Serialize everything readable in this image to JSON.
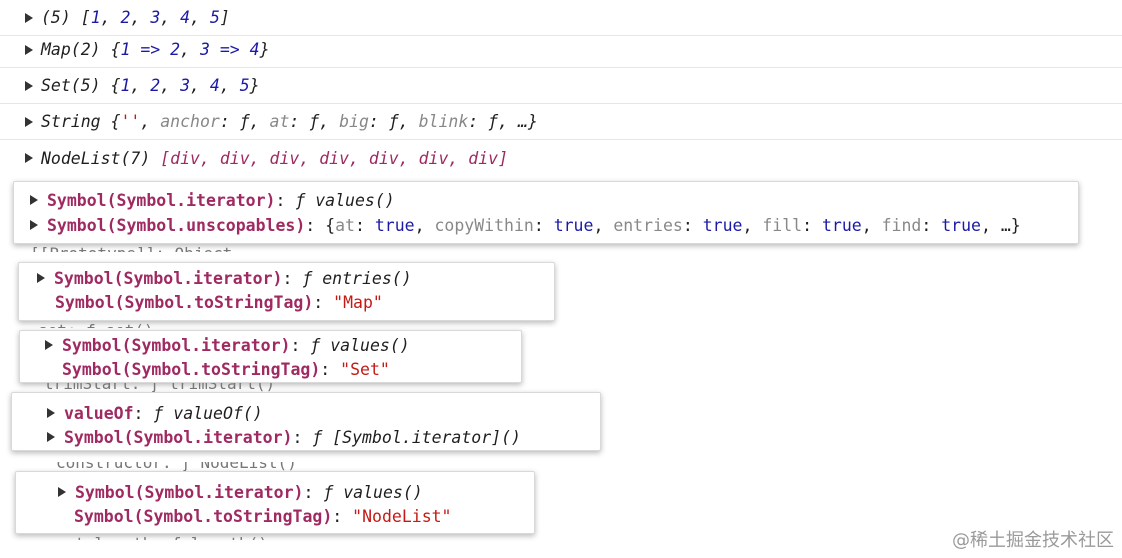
{
  "rows": [
    {
      "prefix": "(5) ",
      "open": "[",
      "items": [
        "1",
        "2",
        "3",
        "4",
        "5"
      ],
      "close": "]"
    },
    {
      "prefix": "Map(2) ",
      "open": "{",
      "items": [
        "1 => 2",
        "3 => 4"
      ],
      "close": "}"
    },
    {
      "prefix": "Set(5) ",
      "open": "{",
      "items": [
        "1",
        "2",
        "3",
        "4",
        "5"
      ],
      "close": "}"
    },
    {
      "prefix": "String ",
      "open": "{",
      "first": "''",
      "props": [
        "anchor",
        "at",
        "big",
        "blink"
      ],
      "fsym": "ƒ",
      "tail": "…",
      "close": "}"
    },
    {
      "prefix": "NodeList(7) ",
      "open": "[",
      "items": [
        "div",
        "div",
        "div",
        "div",
        "div",
        "div",
        "div"
      ],
      "close": "]"
    }
  ],
  "cards": {
    "array": {
      "ghost_bottom": "[[Prototype]]: Object",
      "line1": {
        "key": "Symbol(Symbol.iterator)",
        "fn": "ƒ values()"
      },
      "line2": {
        "key": "Symbol(Symbol.unscopables)",
        "pairs": [
          {
            "k": "at",
            "v": "true"
          },
          {
            "k": "copyWithin",
            "v": "true"
          },
          {
            "k": "entries",
            "v": "true"
          },
          {
            "k": "fill",
            "v": "true"
          },
          {
            "k": "find",
            "v": "true"
          }
        ],
        "tail": "…"
      }
    },
    "map": {
      "line1": {
        "key": "Symbol(Symbol.iterator)",
        "fn": "ƒ entries()"
      },
      "line2": {
        "key": "Symbol(Symbol.toStringTag)",
        "str": "\"Map\""
      },
      "ghost_bottom": "set: ƒ set()"
    },
    "set": {
      "line1": {
        "key": "Symbol(Symbol.iterator)",
        "fn": "ƒ values()"
      },
      "line2": {
        "key": "Symbol(Symbol.toStringTag)",
        "str": "\"Set\""
      }
    },
    "string": {
      "ghost_top": "trimStart: ƒ trimStart()",
      "line1": {
        "key": "valueOf",
        "fn": "ƒ valueOf()"
      },
      "line2": {
        "key": "Symbol(Symbol.iterator)",
        "fn": "ƒ [Symbol.iterator]()"
      }
    },
    "nodelist": {
      "ghost_top": "constructor: ƒ NodeList()",
      "line1": {
        "key": "Symbol(Symbol.iterator)",
        "fn": "ƒ values()"
      },
      "line2": {
        "key": "Symbol(Symbol.toStringTag)",
        "str": "\"NodeList\""
      },
      "ghost_bottom": "get length: ƒ length()"
    }
  },
  "watermark": "@稀土掘金技术社区"
}
